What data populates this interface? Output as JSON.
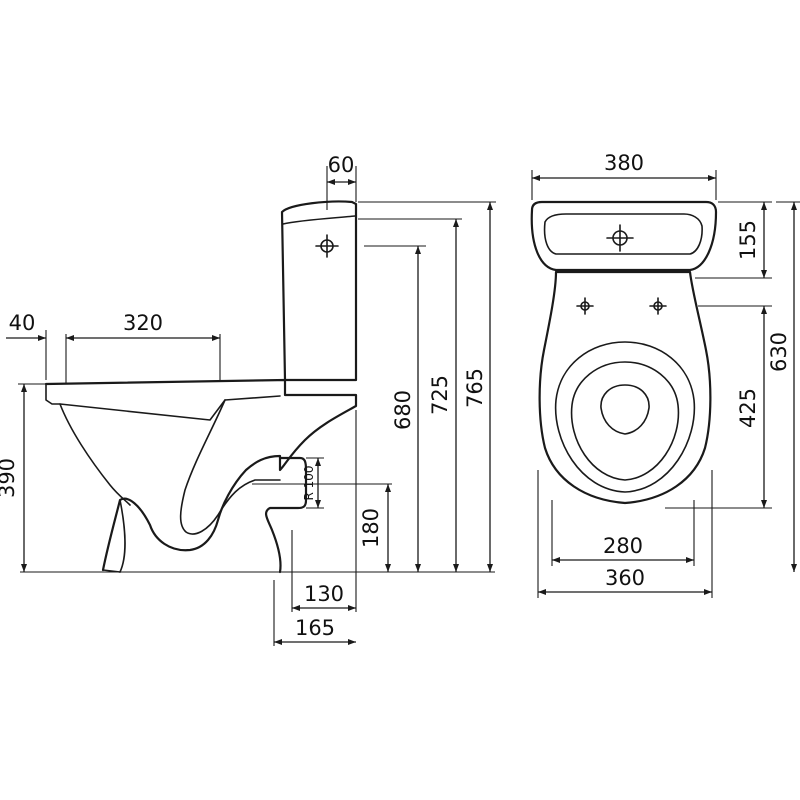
{
  "side_view": {
    "dims": {
      "tank_offset": "60",
      "rim_offset": "40",
      "bowl_length": "320",
      "rim_height": "390",
      "outlet_height": "180",
      "outlet_radius": "R 100",
      "outlet_depth_1": "130",
      "outlet_depth_2": "165",
      "tank_inlet_height": "680",
      "tank_lid_height": "725",
      "total_height": "765"
    }
  },
  "top_view": {
    "dims": {
      "tank_width": "380",
      "tank_depth": "155",
      "total_depth": "630",
      "bowl_depth": "425",
      "seat_width": "280",
      "bowl_width": "360"
    }
  }
}
